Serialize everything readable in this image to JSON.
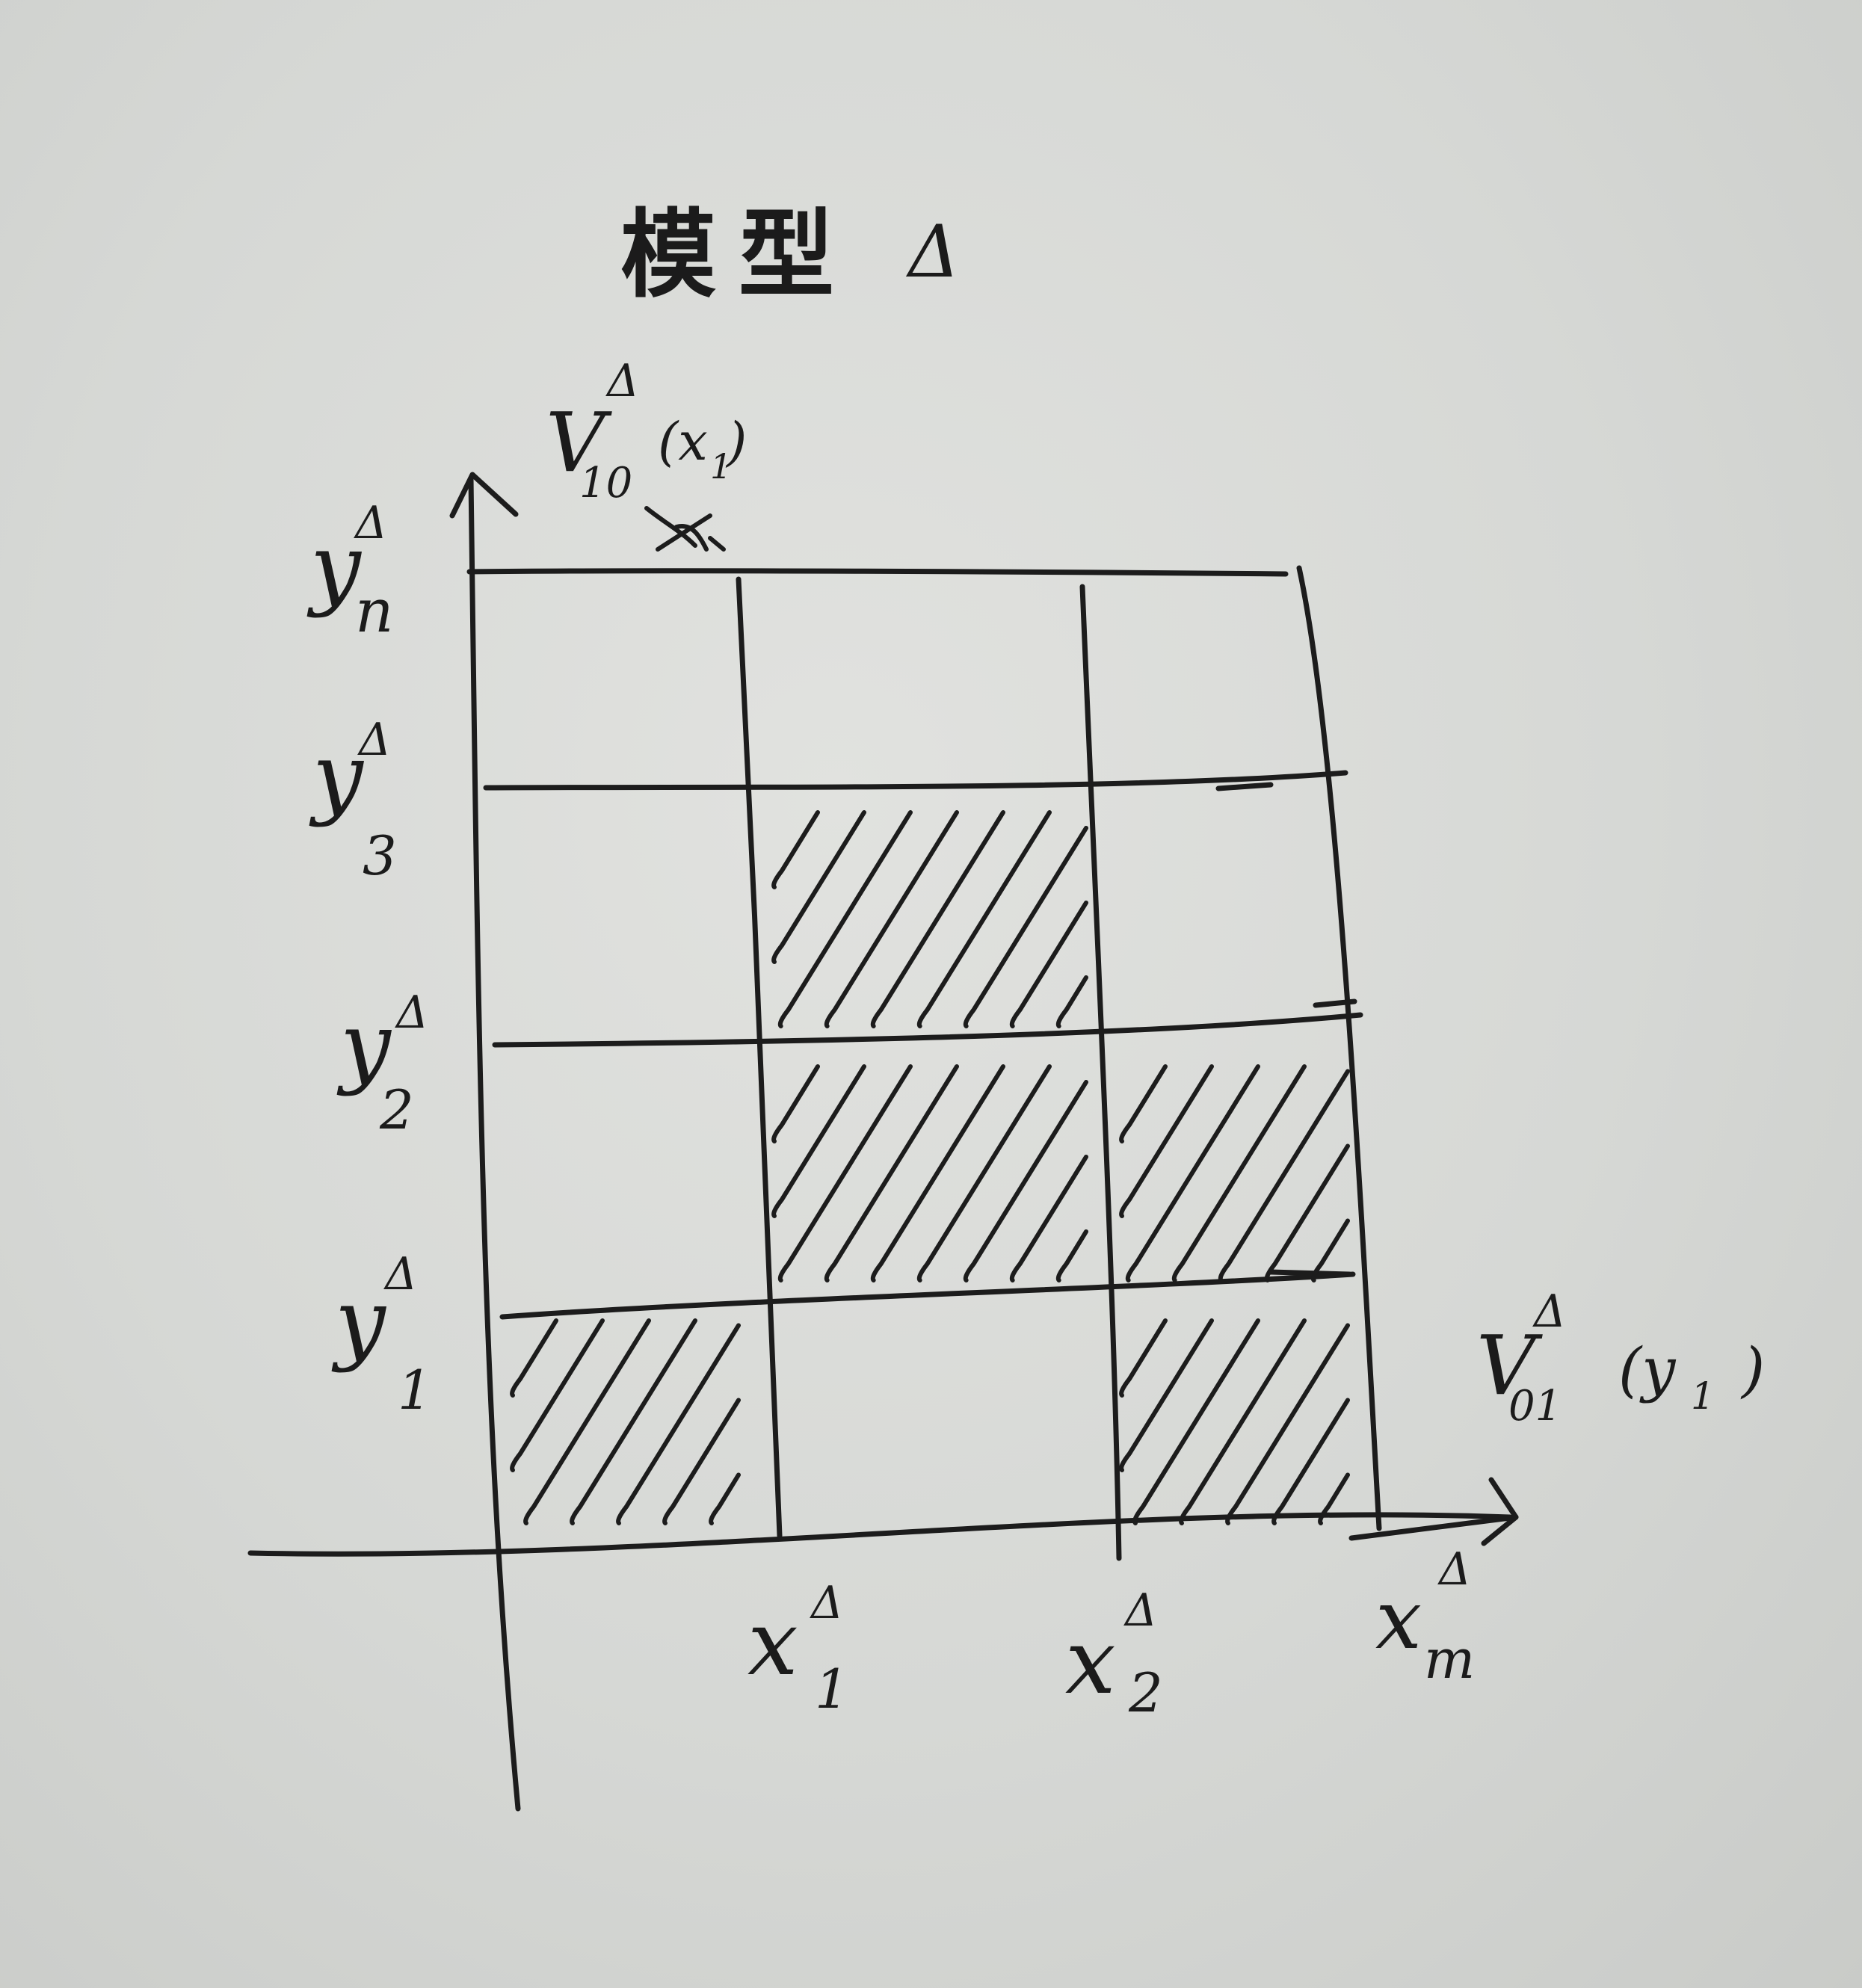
{
  "title": {
    "text": "模型",
    "mark": "Δ"
  },
  "axes": {
    "y_top_label": {
      "main": "V",
      "sup": "Δ",
      "sub": "10",
      "arg": "(x",
      "arg_sub": "1",
      "close": ")"
    },
    "x_right_label": {
      "main": "V",
      "sup": "Δ",
      "sub": "01",
      "arg": "(y",
      "arg_sub": "1",
      "close": ")"
    }
  },
  "y_labels": [
    {
      "main": "y",
      "sup": "Δ",
      "sub": "n"
    },
    {
      "main": "y",
      "sup": "Δ",
      "sub": "3"
    },
    {
      "main": "y",
      "sup": "Δ",
      "sub": "2"
    },
    {
      "main": "y",
      "sup": "Δ",
      "sub": "1"
    }
  ],
  "x_labels": [
    {
      "main": "x",
      "sup": "Δ",
      "sub": "1"
    },
    {
      "main": "x",
      "sup": "Δ",
      "sub": "2"
    },
    {
      "main": "x",
      "sup": "Δ",
      "sub": "m"
    }
  ],
  "grid": {
    "columns": 3,
    "rows": 4,
    "hatched_cells": [
      {
        "col": 0,
        "row": 3
      },
      {
        "col": 1,
        "row": 1
      },
      {
        "col": 1,
        "row": 2
      },
      {
        "col": 2,
        "row": 2
      },
      {
        "col": 2,
        "row": 3
      }
    ]
  }
}
